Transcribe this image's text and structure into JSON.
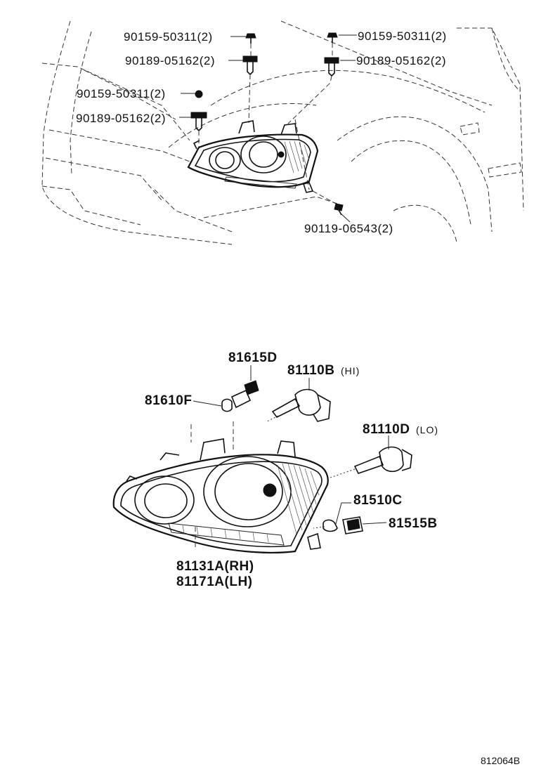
{
  "diagram": {
    "top_labels": [
      {
        "id": "bolt-left",
        "text": "90159-50311(2)"
      },
      {
        "id": "clip-left",
        "text": "90189-05162(2)"
      },
      {
        "id": "bolt-right",
        "text": "90159-50311(2)"
      },
      {
        "id": "clip-right",
        "text": "90189-05162(2)"
      },
      {
        "id": "bolt-side",
        "text": "90159-50311(2)"
      },
      {
        "id": "clip-side",
        "text": "90189-05162(2)"
      },
      {
        "id": "screw-lower",
        "text": "90119-06543(2)"
      }
    ],
    "bottom_labels": {
      "bulb_socket": "81615D",
      "hi_bulb": "81110B",
      "hi_suffix": "(HI)",
      "small_bulb": "81610F",
      "lo_bulb": "81110D",
      "lo_suffix": "(LO)",
      "side_bulb": "81510C",
      "side_socket": "81515B",
      "unit_rh": "81131A(RH)",
      "unit_lh": "81171A(LH)"
    },
    "figure_code": "812064B"
  }
}
